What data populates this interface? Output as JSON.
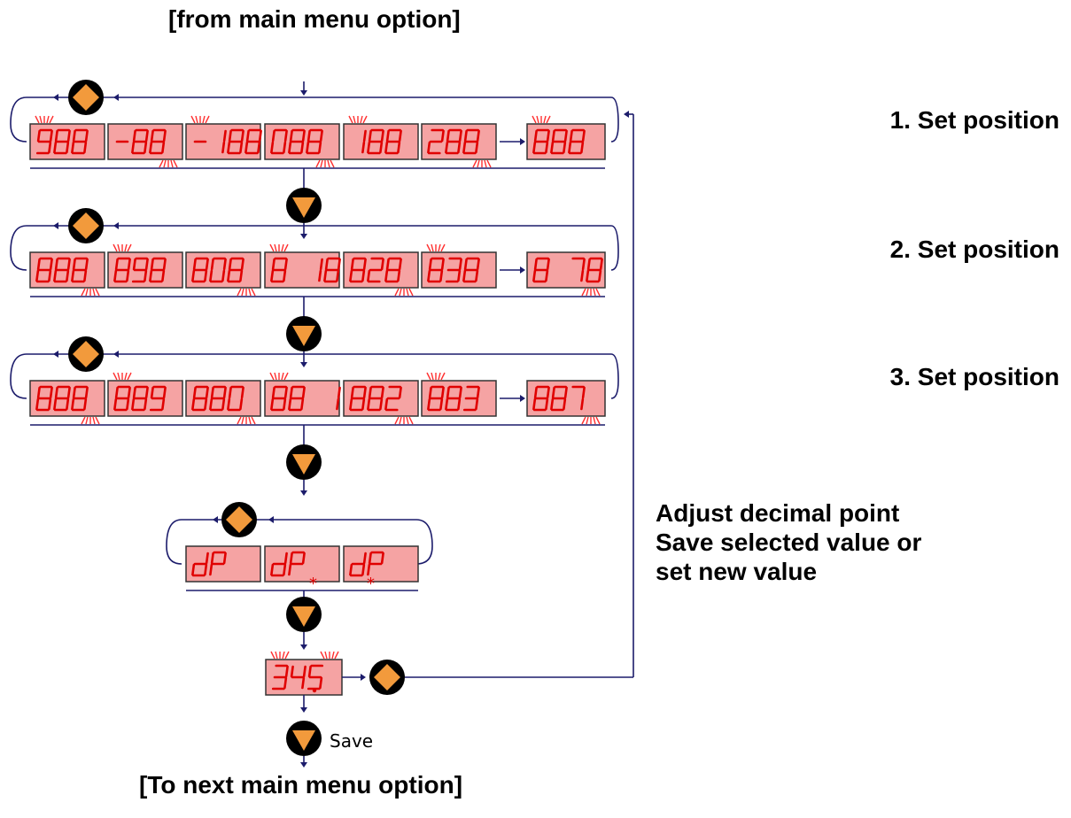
{
  "title_top": "[from main menu option]",
  "title_bottom": "[To next main menu option]",
  "steps": [
    {
      "label": "1. Set position",
      "displays": [
        "988",
        "-88",
        "-188",
        "088",
        "188",
        "288"
      ],
      "last": "888"
    },
    {
      "label": "2. Set position",
      "displays": [
        "888",
        "898",
        "808",
        "8 18",
        "828",
        "838"
      ],
      "last": "8 78"
    },
    {
      "label": "3. Set position",
      "displays": [
        "888",
        "889",
        "880",
        "88 1",
        "882",
        "883"
      ],
      "last": "887"
    }
  ],
  "decimal": {
    "label_lines": [
      "Adjust decimal point",
      "Save selected value or",
      "set new value"
    ],
    "displays": [
      "dP",
      "dP.",
      "d.P"
    ]
  },
  "value_display": "34.5",
  "save_label": "Save",
  "colors": {
    "lcd": "#f5a3a3",
    "segment": "#e00000",
    "button": "#f29a3c",
    "line": "#1c1c6b"
  }
}
